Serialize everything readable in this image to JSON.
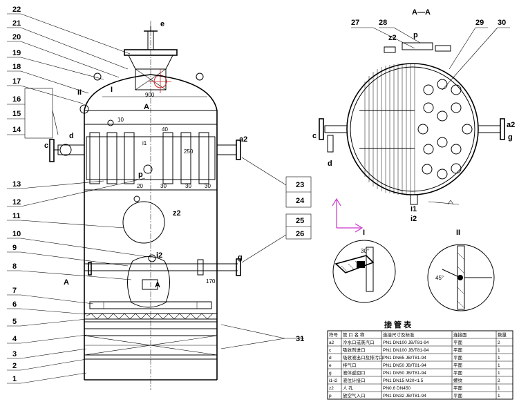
{
  "callouts": [
    "22",
    "21",
    "20",
    "19",
    "18",
    "17",
    "16",
    "15",
    "14",
    "13",
    "12",
    "11",
    "10",
    "9",
    "8",
    "7",
    "6",
    "5",
    "4",
    "3",
    "2",
    "1"
  ],
  "right_callouts": [
    "23",
    "24",
    "25",
    "26"
  ],
  "section_view": {
    "title": "A—A",
    "labels": {
      "n27": "27",
      "n28": "28",
      "n29": "29",
      "n30": "30",
      "z2": "z2",
      "p": "p",
      "c": "c",
      "d": "d",
      "a2": "a2",
      "g": "g",
      "i1": "i1",
      "i2": "i2"
    }
  },
  "main_view": {
    "labels": {
      "e": "e",
      "c": "c",
      "d": "d",
      "a2": "a2",
      "z2": "z2",
      "i1": "i1",
      "i2": "i2",
      "g": "g",
      "p": "p",
      "A": "A",
      "II": "II",
      "I": "I",
      "n31": "31"
    },
    "dims": {
      "d900": "900",
      "d170": "170",
      "d250": "250",
      "d30a": "30",
      "d30b": "30",
      "d30c": "30",
      "d40": "40",
      "d10": "10",
      "d20": "20"
    }
  },
  "details": {
    "I": "I",
    "II": "II",
    "angle_I": "30°",
    "angle_II": "45°"
  },
  "nozzle_table": {
    "title": "接 管 表",
    "headers": [
      "符号",
      "管 口 名 称",
      "连接尺寸及标准",
      "连接面",
      "数量"
    ],
    "rows": [
      [
        "a2",
        "冷水口或蒸汽口",
        "PN1 DN100 JB/T81-94",
        "平面",
        "2"
      ],
      [
        "c",
        "吸收剂进口",
        "PN1 DN100 JB/T81-94",
        "平面",
        "1"
      ],
      [
        "d",
        "吸收液出口及排污口",
        "PN1 DN65 JB/T81-94",
        "平面",
        "1"
      ],
      [
        "e",
        "排气口",
        "PN1 DN50 JB/T81-94",
        "平面",
        "1"
      ],
      [
        "g",
        "液体返回口",
        "PN1 DN50 JB/T81-94",
        "平面",
        "1"
      ],
      [
        "i1-i2",
        "液位计接口",
        "PN1 DN15 M20×1.5",
        "螺纹",
        "2"
      ],
      [
        "z2",
        "人 孔",
        "PN0.6 DN450",
        "平面",
        "1"
      ],
      [
        "p",
        "放空气入口",
        "PN1 DN32 JB/T81-94",
        "平面",
        "1"
      ]
    ]
  }
}
